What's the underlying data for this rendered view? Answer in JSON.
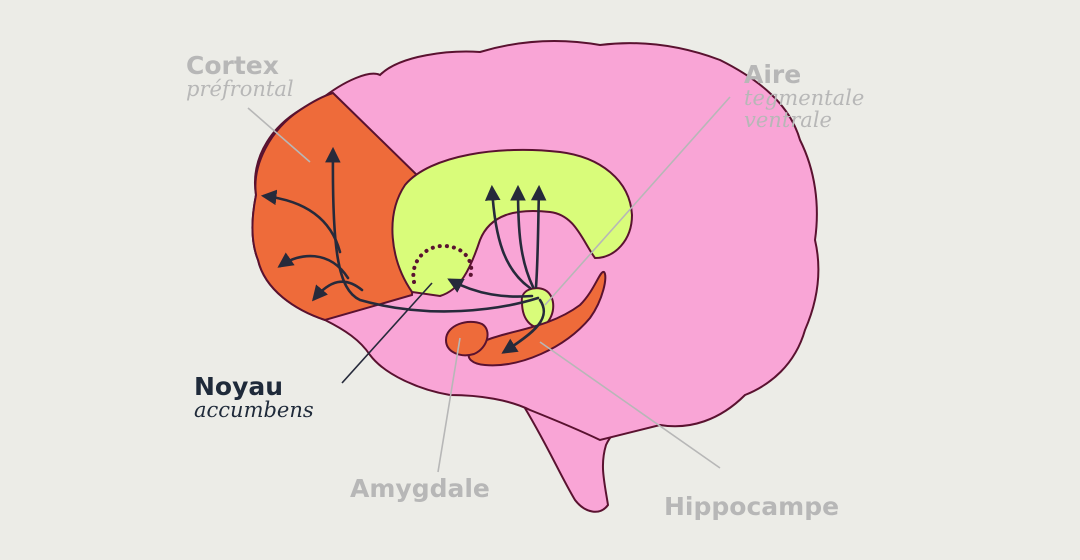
{
  "labels": {
    "cortex": {
      "title": "Cortex",
      "subtitle": "préfrontal"
    },
    "aire": {
      "title": "Aire",
      "line2": "tegmentale",
      "line3": "ventrale"
    },
    "noyau": {
      "title": "Noyau",
      "subtitle": "accumbens"
    },
    "amygdale": {
      "title": "Amygdale"
    },
    "hippocampe": {
      "title": "Hippocampe"
    }
  },
  "colors": {
    "background": "#ecece7",
    "brain": "#f9a5d6",
    "prefrontal": "#ee6b3a",
    "limbic": "#d9fc7a",
    "outline": "#5a1230",
    "pathway": "#262a3b",
    "label_muted": "#b7b7b7",
    "label_dark": "#1f2a3a"
  }
}
